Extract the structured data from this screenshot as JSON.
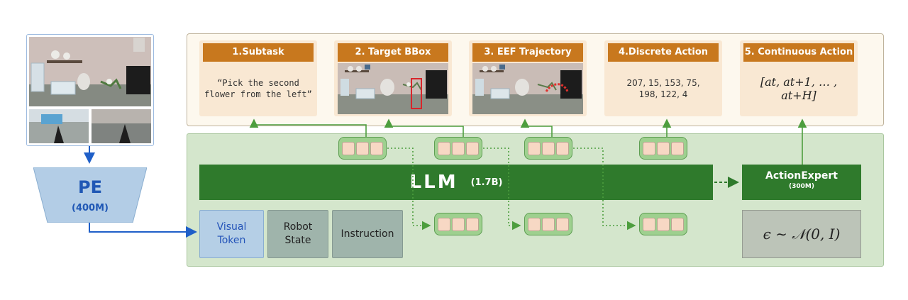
{
  "outputs": {
    "subtask": {
      "title": "1.Subtask",
      "text_line1": "“Pick the second",
      "text_line2": "flower from the left”"
    },
    "bbox": {
      "title": "2. Target BBox"
    },
    "trajectory": {
      "title": "3. EEF Trajectory"
    },
    "discrete": {
      "title": "4.Discrete Action",
      "text_line1": "207, 15, 153, 75,",
      "text_line2": "198, 122, 4"
    },
    "continuous": {
      "title": "5. Continuous Action",
      "formula": "[at, at+1, … , at+H]"
    }
  },
  "model": {
    "llm_label": "LLM",
    "llm_size": "(1.7B)",
    "action_expert_label": "ActionExpert",
    "action_expert_size": "(300M)",
    "noise_formula": "ϵ ∼ 𝒩(0, I)"
  },
  "inputs": {
    "visual_token_line1": "Visual",
    "visual_token_line2": "Token",
    "robot_state_line1": "Robot",
    "robot_state_line2": "State",
    "instruction": "Instruction"
  },
  "encoder": {
    "label": "PE",
    "size": "(400M)"
  },
  "colors": {
    "output_header": "#c8781e",
    "llm": "#2f7a2c",
    "model_panel": "#d4e6cc",
    "encoder": "#b3cde6",
    "visual_token_text": "#2353b8",
    "arrow_green": "#4d9e3e",
    "arrow_blue": "#1f5fc8"
  }
}
